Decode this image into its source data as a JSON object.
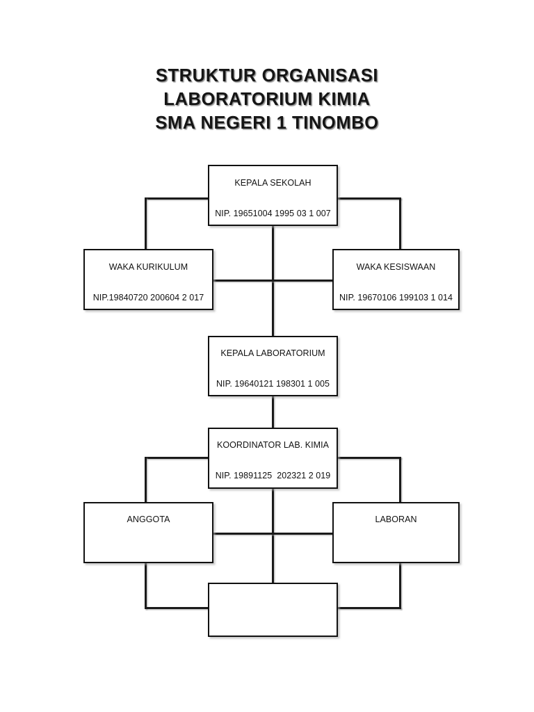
{
  "title": {
    "line1": "STRUKTUR ORGANISASI",
    "line2": "LABORATORIUM KIMIA",
    "line3": "SMA NEGERI 1 TINOMBO"
  },
  "colors": {
    "box_border": "#111111",
    "box_fill": "#ffffff",
    "connector": "#1a1a1a",
    "text": "#111111",
    "page_background": "#ffffff"
  },
  "nodes": {
    "kepala_sekolah": {
      "title": "KEPALA SEKOLAH",
      "nip": "NIP. 19651004 1995 03 1 007"
    },
    "waka_kurikulum": {
      "title": "WAKA KURIKULUM",
      "nip": "NIP.19840720 200604 2 017"
    },
    "waka_kesiswaan": {
      "title": "WAKA KESISWAAN",
      "nip": "NIP. 19670106 199103 1 014"
    },
    "kepala_laboratorium": {
      "title": "KEPALA LABORATORIUM",
      "nip": "NIP. 19640121 198301 1 005"
    },
    "koordinator_lab_kimia": {
      "title": "KOORDINATOR LAB. KIMIA",
      "nip": "NIP. 19891125  202321 2 019"
    },
    "anggota": {
      "title": "ANGGOTA",
      "nip": ""
    },
    "laboran": {
      "title": "LABORAN",
      "nip": ""
    },
    "unlabeled": {
      "title": "",
      "nip": ""
    }
  }
}
